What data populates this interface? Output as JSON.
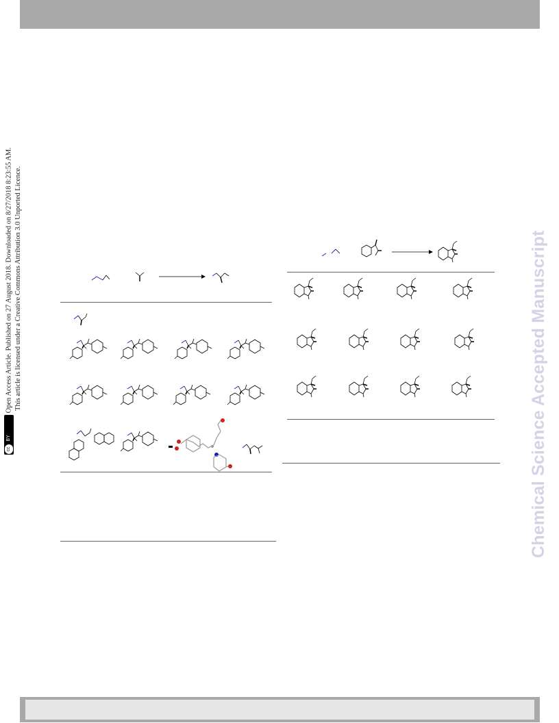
{
  "side_notice": {
    "line1": "Open Access Article. Published on 27 August 2018. Downloaded on 8/27/2018 8:23:55 AM.",
    "line2": "This article is licensed under a Creative Commons Attribution 3.0 Unported Licence.",
    "license_badge_cc": "cc",
    "license_badge_by": "BY"
  },
  "watermark": "Chemical Science Accepted Manuscript",
  "colors": {
    "bond": "#000000",
    "blue_bond": "#1a1ac8",
    "red_atom": "#cc2222",
    "header_bar": "#a9a9a9",
    "watermark": "#d3d3e6"
  }
}
